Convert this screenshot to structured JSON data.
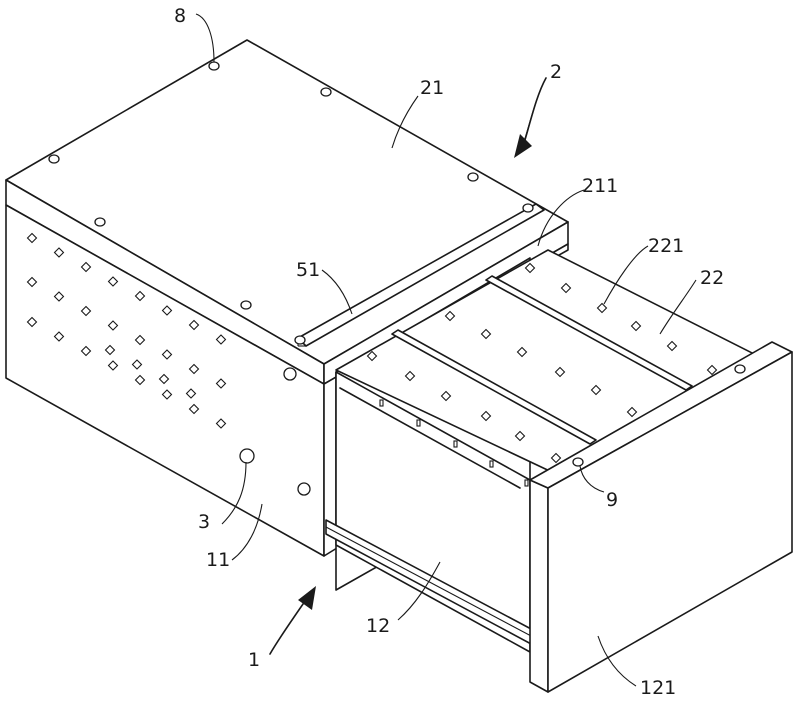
{
  "labels": {
    "l8": "8",
    "l2": "2",
    "l21": "21",
    "l211": "211",
    "l221": "221",
    "l22": "22",
    "l51": "51",
    "l3": "3",
    "l11": "11",
    "l9": "9",
    "l12": "12",
    "l1": "1",
    "l121": "121"
  }
}
